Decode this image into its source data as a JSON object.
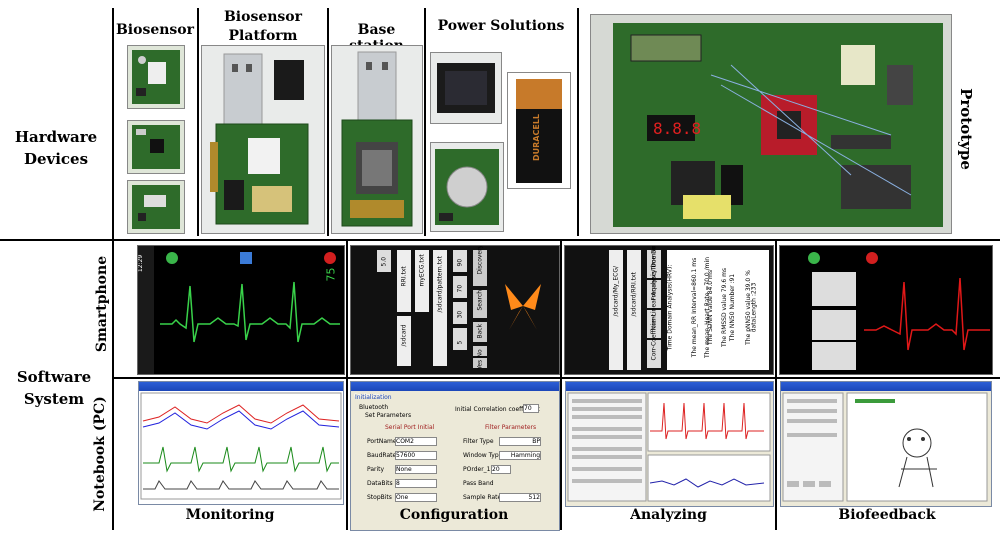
{
  "hardware": {
    "row_label": "Hardware\nDevices",
    "columns": [
      {
        "label": "Biosensor"
      },
      {
        "label": "Biosensor\nPlatform"
      },
      {
        "label": "Base station"
      },
      {
        "label": "Power Solutions"
      },
      {
        "label": "Prototype"
      }
    ]
  },
  "software": {
    "row_label": "Software\nSystem",
    "smartphone_label": "Smartphone",
    "notebook_label": "Notebook (PC)",
    "columns": [
      {
        "label": "Monitoring"
      },
      {
        "label": "Configuration"
      },
      {
        "label": "Analyzing"
      },
      {
        "label": "Biofeedback"
      }
    ]
  },
  "colors": {
    "pcb_green": "#2e6b2a",
    "ecg_green": "#39d24a",
    "ecg_red": "#e01818",
    "phone_bg": "#000000",
    "pc_blue": "#1c47b8"
  },
  "screens": {
    "phone_monitor_value": "75",
    "phone_clock": "12:29",
    "phone_config_items": [
      "RRI.txt",
      "myECG.txt",
      "/sdcard",
      "/sdcard/pattern.txt",
      "Discovery",
      "Search",
      "Back",
      "No",
      "Yes"
    ],
    "phone_config_nums": [
      "5.0",
      "90",
      "70",
      "30",
      "5"
    ],
    "phone_analysis_path": "/sdcard/My_ECG/",
    "phone_analysis_file": "/sdcard/RRI.txt",
    "phone_analysis_buttons": [
      "Time Domain",
      "Frequency Domain",
      "Non-Linear Analysis",
      "Corr-Coefficient"
    ],
    "phone_analysis_lines": [
      "Time Domain Analysis(HRV):",
      "The mean_RR Interval=860.1 ms",
      "The mean_Heart Rate =70.0 /min",
      "The SDNN value    84.0 ms",
      "The RMSSD value   79.6 ms",
      "The NN50 Number   :91",
      "The pNN50 value   39.0 %",
      "dataLength        :233"
    ],
    "pc_config": {
      "title": "Configuring",
      "section": "Initialization",
      "bluetooth": "Bluetooth",
      "set_params": "Set Parameters",
      "corr_label": "Initial Correlation coefficient",
      "corr_value": "70",
      "serial_header": "Serial Port Initial",
      "filter_header": "Filter Parameters",
      "port_label": "PortName",
      "port_value": "COM2",
      "baud_label": "BaudRate",
      "baud_value": "57600",
      "parity_label": "Parity",
      "parity_value": "None",
      "databits_label": "DataBits",
      "databits_value": "8",
      "stopbits_label": "StopBits",
      "stopbits_value": "One",
      "filter_type_label": "Filter Type",
      "filter_type_value": "BP",
      "window_label": "Window Type",
      "window_value": "Hamming",
      "porder_label": "POrder_1",
      "porder_value": "20",
      "pass_label": "Pass Band",
      "sample_label": "Sample Rate",
      "sample_value": "512"
    }
  }
}
